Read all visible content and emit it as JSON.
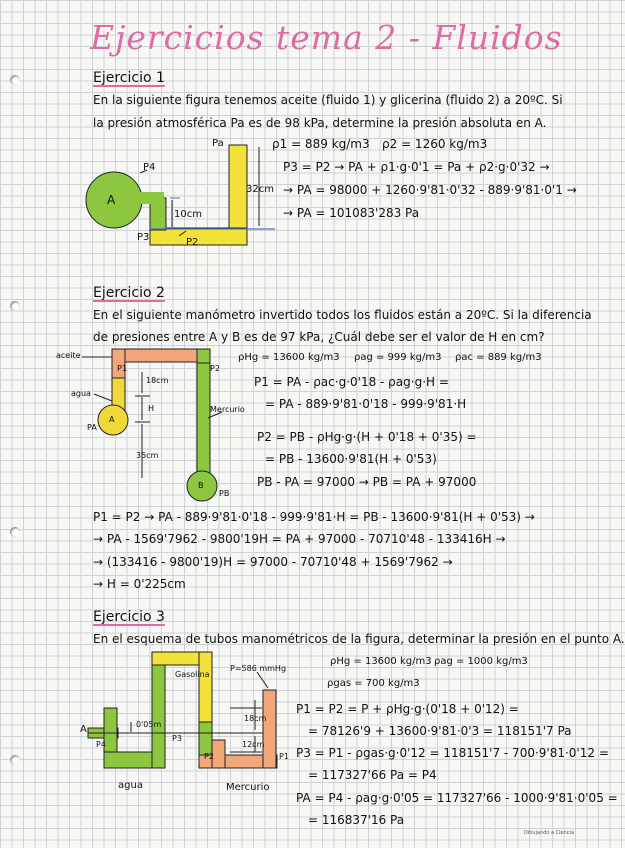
{
  "title": "Ejercicios tema 2 - Fluidos",
  "ex1": {
    "heading": "Ejercicio 1",
    "statement": [
      "En la siguiente figura tenemos aceite (fluido 1) y glicerina (fluido 2) a 20ºC. Si",
      "la presión atmosférica Pa es de 98 kPa, determine la presión absoluta en A."
    ],
    "labels": {
      "pa": "Pa",
      "p4": "P4",
      "a": "A",
      "p3": "P3",
      "p2": "P2",
      "h1": "10cm",
      "h2": "32cm"
    },
    "densities": [
      "ρ1 = 889 kg/m3",
      "ρ2 = 1260 kg/m3"
    ],
    "lines": [
      "P3 = P2 → PA + ρ1·g·0'1 = Pa + ρ2·g·0'32 →",
      "→ PA = 98000 + 1260·9'81·0'32 - 889·9'81·0'1 →",
      "→ PA = 101083'283 Pa"
    ]
  },
  "ex2": {
    "heading": "Ejercicio 2",
    "statement": [
      "En el siguiente manómetro invertido todos los fluidos están a 20ºC. Si la diferencia",
      "de presiones entre A y B es de 97 kPa, ¿Cuál debe ser el valor de H en cm?"
    ],
    "labels": {
      "aceite": "aceite",
      "p1": "P1",
      "p2": "P2",
      "agua": "agua",
      "pa": "PA",
      "a": "A",
      "h18": "18cm",
      "h": "H",
      "h35": "35cm",
      "mercurio": "Mercurio",
      "b": "B",
      "pb": "PB"
    },
    "densities": [
      "ρHg = 13600 kg/m3",
      "ρag = 999 kg/m3",
      "ρac = 889 kg/m3"
    ],
    "lines_right": [
      "P1 = PA - ρac·g·0'18 - ρag·g·H =",
      "= PA - 889·9'81·0'18 - 999·9'81·H",
      "P2 = PB - ρHg·g·(H + 0'18 + 0'35) =",
      "= PB - 13600·9'81(H + 0'53)",
      "PB - PA = 97000 → PB = PA + 97000"
    ],
    "lines_full": [
      "P1 = P2 → PA - 889·9'81·0'18 - 999·9'81·H = PB - 13600·9'81(H + 0'53) →",
      "→ PA - 1569'7962 - 9800'19H = PA + 97000 - 70710'48 - 133416H →",
      "→ (133416 - 9800'19)H = 97000 - 70710'48 + 1569'7962 →",
      "→ H = 0'225cm"
    ]
  },
  "ex3": {
    "heading": "Ejercicio 3",
    "statement": [
      "En el esquema de tubos manométricos de la figura, determinar la presión en el punto A."
    ],
    "labels": {
      "gasolina": "Gasolina",
      "p": "P=586 mmHg",
      "a": "A",
      "p4": "P4",
      "h5": "0'05m",
      "p3": "P3",
      "h18": "18cm",
      "h12": "12cm",
      "p2": "P2",
      "p1": "P1",
      "agua": "agua",
      "mercurio": "Mercurio"
    },
    "densities": [
      "ρHg = 13600 kg/m3",
      "ρag = 1000 kg/m3",
      "ρgas = 700 kg/m3"
    ],
    "lines": [
      "P1 = P2 = P + ρHg·g·(0'18 + 0'12) =",
      "= 78126'9 + 13600·9'81·0'3 = 118151'7 Pa",
      "P3 = P1 - ρgas·g·0'12 = 118151'7 - 700·9'81·0'12 =",
      "= 117327'66 Pa = P4",
      "PA = P4 - ρag·g·0'05 = 117327'66 - 1000·9'81·0'05 =",
      "= 116837'16 Pa"
    ]
  },
  "footer": "Dibujando a Ciencia",
  "colors": {
    "title_pink": "#e06aa6",
    "oil_green": "#8dc63f",
    "glycerin_yellow": "#f2e23a",
    "mercury_green": "#8dc63f",
    "water_yellow": "#f0d83a",
    "oil_orange": "#f2a77b",
    "blue_line": "#4d73c2"
  }
}
